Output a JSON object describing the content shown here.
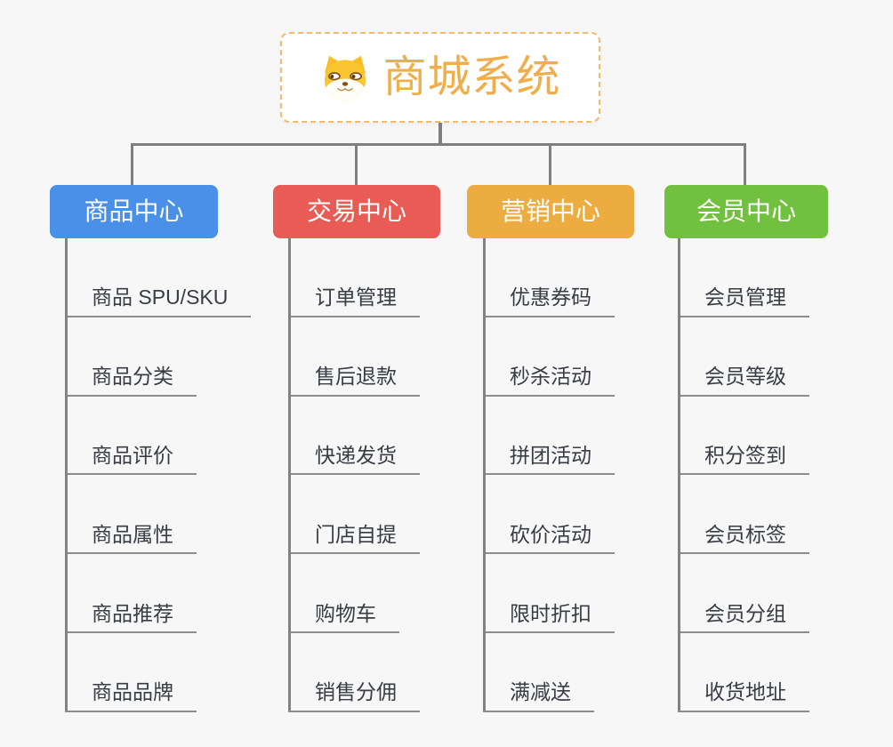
{
  "page": {
    "background_color": "#f7f7f8"
  },
  "connector_color": "#7f7f7f",
  "root_node": {
    "icon": "shiba-dog-icon",
    "title": "商城系统",
    "title_color": "#f0ae4b",
    "border_color": "#f2ba69"
  },
  "branches": [
    {
      "label": "商品中心",
      "color": "#4a90e9",
      "items": [
        "商品 SPU/SKU",
        "商品分类",
        "商品评价",
        "商品属性",
        "商品推荐",
        "商品品牌"
      ]
    },
    {
      "label": "交易中心",
      "color": "#e85c55",
      "items": [
        "订单管理",
        "售后退款",
        "快递发货",
        "门店自提",
        "购物车",
        "销售分佣"
      ]
    },
    {
      "label": "营销中心",
      "color": "#edac40",
      "items": [
        "优惠券码",
        "秒杀活动",
        "拼团活动",
        "砍价活动",
        "限时折扣",
        "满减送"
      ]
    },
    {
      "label": "会员中心",
      "color": "#72c040",
      "items": [
        "会员管理",
        "会员等级",
        "积分签到",
        "会员标签",
        "会员分组",
        "收货地址"
      ]
    }
  ]
}
